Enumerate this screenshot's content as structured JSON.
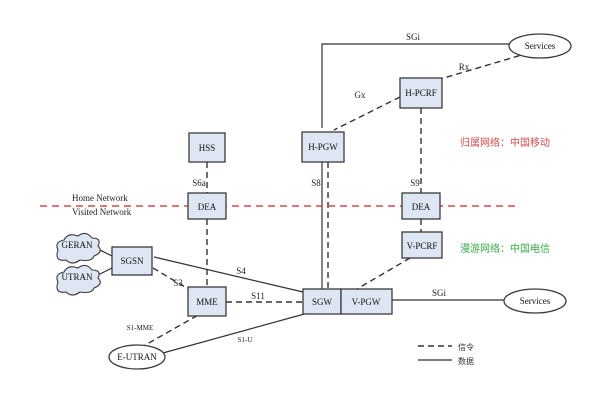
{
  "nodes": {
    "services_top": "Services",
    "h_pcrf": "H-PCRF",
    "hss": "HSS",
    "h_pgw": "H-PGW",
    "dea_left": "DEA",
    "dea_right": "DEA",
    "v_pcrf": "V-PCRF",
    "geran": "GERAN",
    "utran": "UTRAN",
    "sgsn": "SGSN",
    "mme": "MME",
    "sgw": "SGW",
    "v_pgw": "V-PGW",
    "services_bottom": "Services",
    "e_utran": "E-UTRAN"
  },
  "interfaces": {
    "sgi_top": "SGi",
    "rx": "Rx",
    "gx": "Gx",
    "s6a": "S6a",
    "s8": "S8",
    "s9": "S9",
    "s4": "S4",
    "s3": "S3",
    "s11": "S11",
    "sgi_bottom": "SGi",
    "s1_mme": "S1-MME",
    "s1_u": "S1-U"
  },
  "networks": {
    "home": "Home Network",
    "visited": "Visited Network",
    "home_cn": "归属网络：中国移动",
    "visited_cn": "漫游网络：中国电信",
    "home_color": "#d24b4b",
    "visited_color": "#3aa84a"
  },
  "legend": {
    "signaling": "信令",
    "data": "数据"
  }
}
